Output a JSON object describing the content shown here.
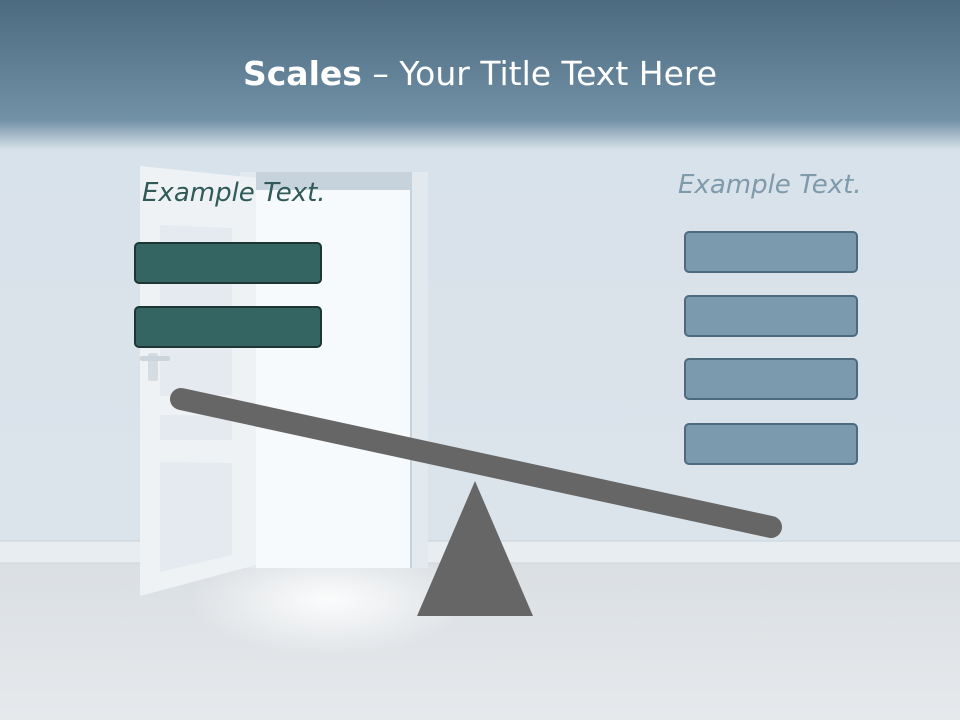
{
  "title": {
    "bold": "Scales",
    "rest": " – Your Title Text Here"
  },
  "left_panel": {
    "label": "Example Text.",
    "box_count": 2
  },
  "right_panel": {
    "label": "Example Text.",
    "box_count": 4
  },
  "colors": {
    "title_bar": "#5e7d93",
    "left_accent": "#356562",
    "right_accent": "#7b9aae",
    "scale": "#666666"
  }
}
